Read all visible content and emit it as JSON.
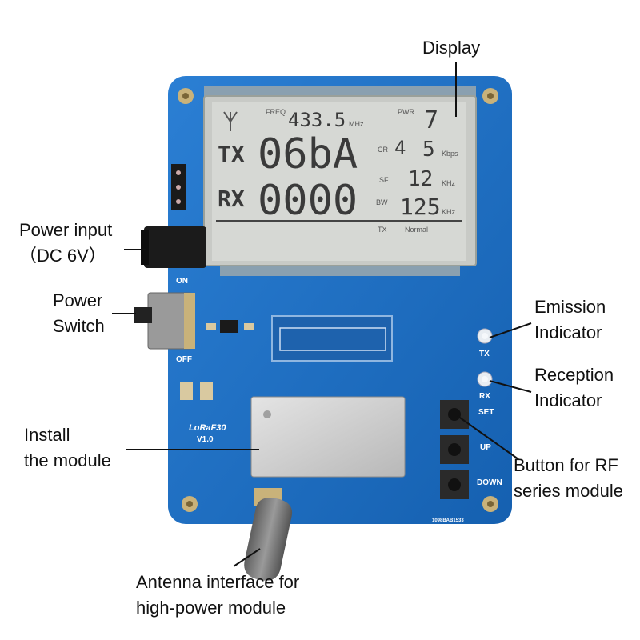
{
  "callouts": {
    "display": "Display",
    "power_input": [
      "Power input",
      "（DC 6V）"
    ],
    "power_switch": [
      "Power",
      "Switch"
    ],
    "emission": [
      "Emission",
      "Indicator"
    ],
    "reception": [
      "Reception",
      "Indicator"
    ],
    "install": [
      "Install",
      "the module"
    ],
    "button": [
      "Button for RF",
      "series module"
    ],
    "antenna": [
      "Antenna interface for",
      "high-power module"
    ]
  },
  "lcd": {
    "freq_label": "FREQ",
    "freq_value": "433.5",
    "freq_unit": "MHz",
    "pwr_label": "PWR",
    "pwr_value": "7",
    "tx_label": "TX",
    "tx_value": "06bA",
    "rx_label": "RX",
    "rx_value": "0000",
    "cr_label": "CR",
    "cr_value1": "4",
    "cr_value2": "5",
    "cr_unit": "Kbps",
    "sf_label": "SF",
    "sf_value": "12",
    "sf_unit": "KHz",
    "bw_label": "BW",
    "bw_value": "125",
    "bw_unit": "KHz",
    "bottom_tx": "TX",
    "bottom_normal": "Normal"
  },
  "board": {
    "on_label": "ON",
    "off_label": "OFF",
    "board_name": "LoRaF30",
    "board_version": "V1.0",
    "tx_led_label": "TX",
    "rx_led_label": "RX",
    "set_label": "SET",
    "up_label": "UP",
    "down_label": "DOWN",
    "serial": "1098BAB1533"
  },
  "colors": {
    "pcb": "#1f6fc0",
    "lcd": "#d6d8d4",
    "module": "#cfcfcf",
    "antenna": "#7a7a7a"
  }
}
